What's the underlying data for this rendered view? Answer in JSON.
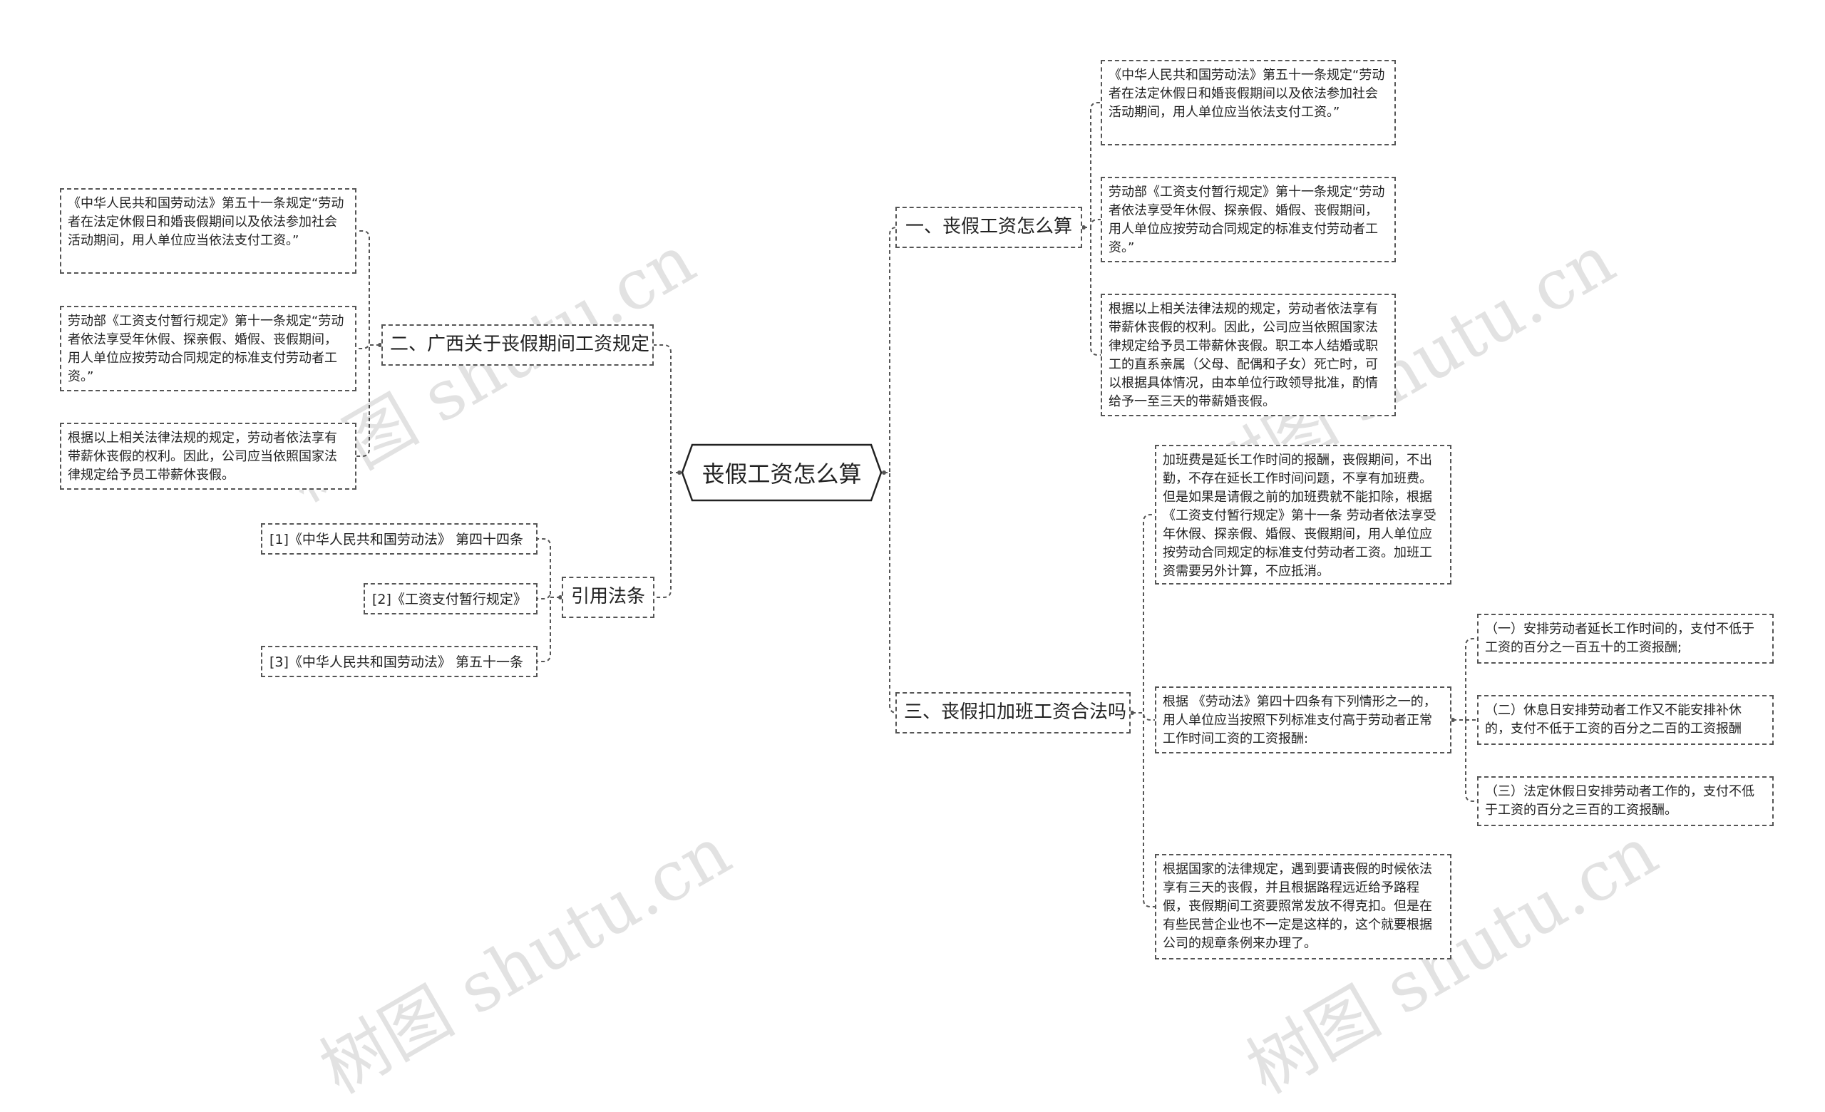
{
  "root": {
    "label": "丧假工资怎么算"
  },
  "right_branches": {
    "b1": {
      "label": "一、丧假工资怎么算",
      "items": [
        "《中华人民共和国劳动法》第五十一条规定“劳动者在法定休假日和婚丧假期间以及依法参加社会活动期间，用人单位应当依法支付工资。”",
        "劳动部《工资支付暂行规定》第十一条规定“劳动者依法享受年休假、探亲假、婚假、丧假期间，用人单位应按劳动合同规定的标准支付劳动者工资。”",
        "根据以上相关法律法规的规定，劳动者依法享有带薪休丧假的权利。因此，公司应当依照国家法律规定给予员工带薪休丧假。职工本人结婚或职工的直系亲属（父母、配偶和子女）死亡时，可以根据具体情况，由本单位行政领导批准，酌情给予一至三天的带薪婚丧假。"
      ]
    },
    "b3": {
      "label": "三、丧假扣加班工资合法吗",
      "items": [
        "加班费是延长工作时间的报酬，丧假期间，不出勤，不存在延长工作时间问题，不享有加班费。但是如果是请假之前的加班费就不能扣除，根据《工资支付暂行规定》第十一条 劳动者依法享受年休假、探亲假、婚假、丧假期间，用人单位应按劳动合同规定的标准支付劳动者工资。加班工资需要另外计算，不应抵消。",
        "根据 《劳动法》第四十四条有下列情形之一的，用人单位应当按照下列标准支付高于劳动者正常工作时间工资的工资报酬:",
        "根据国家的法律规定，遇到要请丧假的时候依法享有三天的丧假，并且根据路程远近给予路程假，丧假期间工资要照常发放不得克扣。但是在有些民营企业也不一定是这样的，这个就要根据公司的规章条例来办理了。"
      ],
      "sub_items": [
        "（一）安排劳动者延长工作时间的，支付不低于工资的百分之一百五十的工资报酬;",
        "（二）休息日安排劳动者工作又不能安排补休的，支付不低于工资的百分之二百的工资报酬",
        "（三）法定休假日安排劳动者工作的，支付不低于工资的百分之三百的工资报酬。"
      ]
    }
  },
  "left_branches": {
    "b2": {
      "label": "二、广西关于丧假期间工资规定",
      "items": [
        "《中华人民共和国劳动法》第五十一条规定“劳动者在法定休假日和婚丧假期间以及依法参加社会活动期间，用人单位应当依法支付工资。”",
        "劳动部《工资支付暂行规定》第十一条规定“劳动者依法享受年休假、探亲假、婚假、丧假期间，用人单位应按劳动合同规定的标准支付劳动者工资。”",
        "根据以上相关法律法规的规定，劳动者依法享有带薪休丧假的权利。因此，公司应当依照国家法律规定给予员工带薪休丧假。"
      ]
    },
    "refs": {
      "label": "引用法条",
      "items": [
        "[1]《中华人民共和国劳动法》 第四十四条",
        "[2]《工资支付暂行规定》",
        "[3]《中华人民共和国劳动法》 第五十一条"
      ]
    }
  },
  "watermark": {
    "text": "树图 shutu.cn"
  },
  "colors": {
    "line": "#555555",
    "text": "#222222",
    "background": "#ffffff"
  }
}
